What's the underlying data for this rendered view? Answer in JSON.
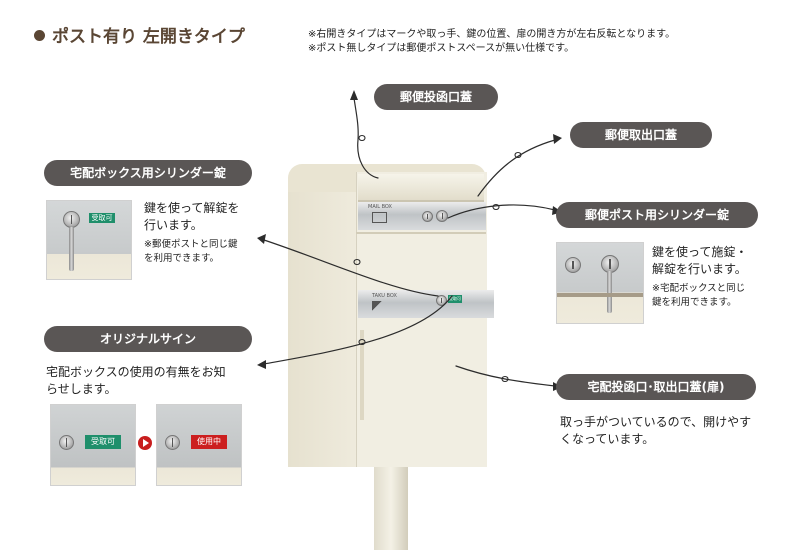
{
  "header": {
    "title": "ポスト有り 左開きタイプ",
    "note1": "※右開きタイプはマークや取っ手、鍵の位置、扉の開き方が左右反転となります。",
    "note2": "※ポスト無しタイプは郵便ポストスペースが無い仕様です。"
  },
  "callouts": {
    "mail_slot_lid": {
      "label": "郵便投函口蓋"
    },
    "mail_takeout_lid": {
      "label": "郵便取出口蓋"
    },
    "mailbox_cylinder": {
      "label": "郵便ポスト用シリンダー錠",
      "desc1": "鍵を使って施錠・",
      "desc2": "解錠を行います。",
      "note1": "※宅配ボックスと同じ",
      "note2": "鍵を利用できます。"
    },
    "delivery_cylinder": {
      "label": "宅配ボックス用シリンダー錠",
      "desc1": "鍵を使って解錠を",
      "desc2": "行います。",
      "note1": "※郵便ポストと同じ鍵",
      "note2": "を利用できます。",
      "photo_tag": "受取可"
    },
    "original_sign": {
      "label": "オリジナルサイン",
      "desc1": "宅配ボックスの使用の有無をお知",
      "desc2": "らせします。",
      "tag_available": "受取可",
      "tag_in_use": "使用中"
    },
    "delivery_door": {
      "label": "宅配投函口･取出口蓋(扉)",
      "desc1": "取っ手がついているので、開けやす",
      "desc2": "くなっています。"
    }
  },
  "product": {
    "mail_plate_text": "MAIL BOX",
    "delivery_plate_text": "TAKU BOX",
    "delivery_tag": "受取可"
  },
  "colors": {
    "pill": "#5a5655",
    "title": "#5a4634",
    "body_cream": "#eeeadb",
    "tag_green": "#1f8f6b",
    "tag_red": "#cc1f1f",
    "arrow_dot": "#c81e1e"
  }
}
